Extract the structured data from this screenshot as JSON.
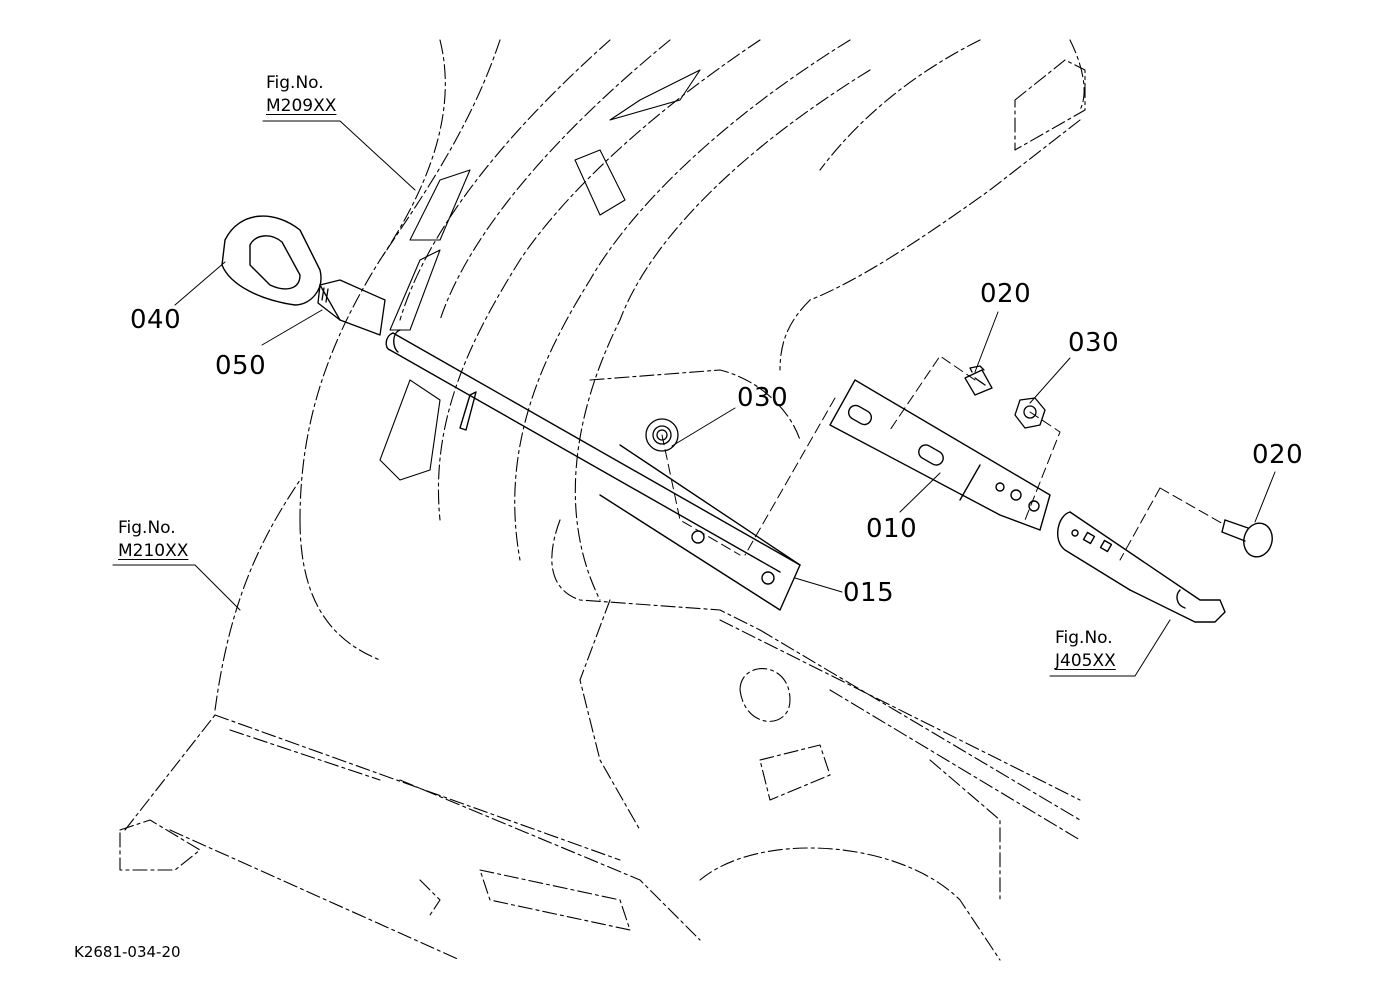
{
  "figure_references": [
    {
      "line1": "Fig.No.",
      "line2": "M209XX"
    },
    {
      "line1": "Fig.No.",
      "line2": "M210XX"
    },
    {
      "line1": "Fig.No.",
      "line2": "J405XX"
    }
  ],
  "part_labels": [
    "040",
    "050",
    "030",
    "015",
    "020",
    "030",
    "010",
    "020"
  ],
  "drawing_code": "K2681-034-20"
}
